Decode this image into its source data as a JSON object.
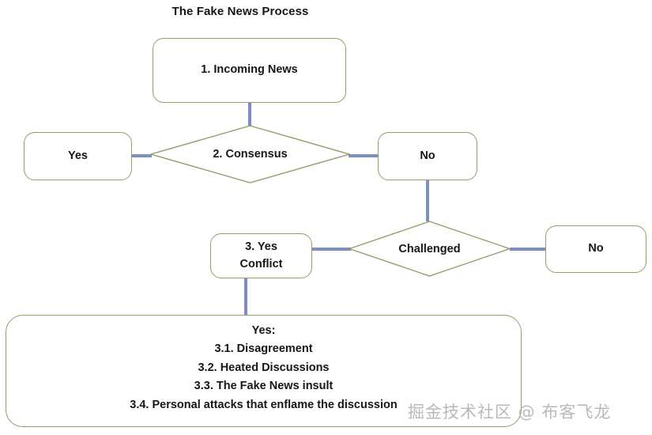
{
  "diagram": {
    "title": "The Fake News Process",
    "colors": {
      "node_border": "#9a9a69",
      "connector": "#7b8fc6",
      "text": "#161616",
      "background": "#ffffff",
      "watermark": "#b9b9b9"
    },
    "nodes": {
      "incoming_news": "1. Incoming News",
      "consensus": "2. Consensus",
      "consensus_yes": "Yes",
      "consensus_no": "No",
      "yes_conflict_line1": "3. Yes",
      "yes_conflict_line2": "Conflict",
      "challenged": "Challenged",
      "challenged_no": "No"
    },
    "outcome_panel": {
      "heading": "Yes:",
      "items": [
        "3.1. Disagreement",
        "3.2. Heated Discussions",
        "3.3. The Fake News insult",
        "3.4. Personal attacks that enflame the discussion"
      ]
    },
    "watermark": "掘金技术社区 @ 布客飞龙"
  }
}
